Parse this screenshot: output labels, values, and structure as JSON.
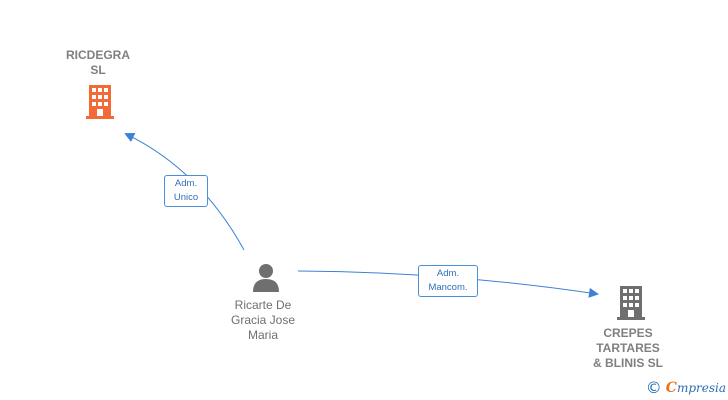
{
  "colors": {
    "main_company": "#f26a36",
    "company": "#6f6f6f",
    "person": "#6f6f6f",
    "edge": "#3c82d6"
  },
  "nodes": {
    "ricdegra": {
      "label_line1": "RICDEGRA",
      "label_line2": "SL",
      "icon": "building-icon"
    },
    "person": {
      "label_line1": "Ricarte De",
      "label_line2": "Gracia Jose",
      "label_line3": "Maria",
      "icon": "person-icon"
    },
    "crepes": {
      "label_line1": "CREPES",
      "label_line2": "TARTARES",
      "label_line3": "& BLINIS SL",
      "icon": "building-icon"
    }
  },
  "edges": {
    "adm_unico": {
      "line1": "Adm.",
      "line2": "Unico"
    },
    "adm_mancom": {
      "line1": "Adm.",
      "line2": "Mancom."
    }
  },
  "footer": {
    "copyright_symbol": "©",
    "brand_first": "C",
    "brand_rest": "mpresia"
  }
}
